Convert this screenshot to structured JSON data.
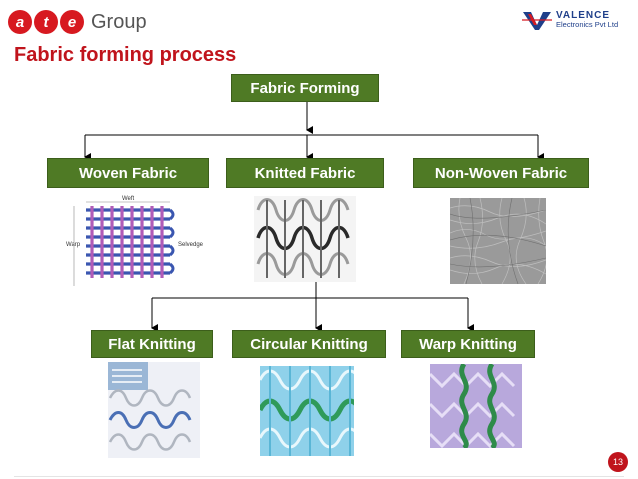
{
  "header": {
    "ate_letters": [
      "a",
      "t",
      "e"
    ],
    "ate_group": "Group",
    "valence_name": "VALENCE",
    "valence_sub": "Electronics Pvt Ltd"
  },
  "title": "Fabric forming process",
  "diagram": {
    "root": "Fabric Forming",
    "level1": [
      "Woven Fabric",
      "Knitted Fabric",
      "Non-Woven Fabric"
    ],
    "level2": [
      "Flat Knitting",
      "Circular Knitting",
      "Warp Knitting"
    ],
    "woven_labels": {
      "weft": "Weft",
      "warp": "Warp",
      "selvedge": "Selvedge"
    }
  },
  "colors": {
    "box": "#4f7a25",
    "title": "#c0141c",
    "brand_red": "#d71920",
    "valence_blue": "#1f3f8a"
  },
  "page_number": "13"
}
